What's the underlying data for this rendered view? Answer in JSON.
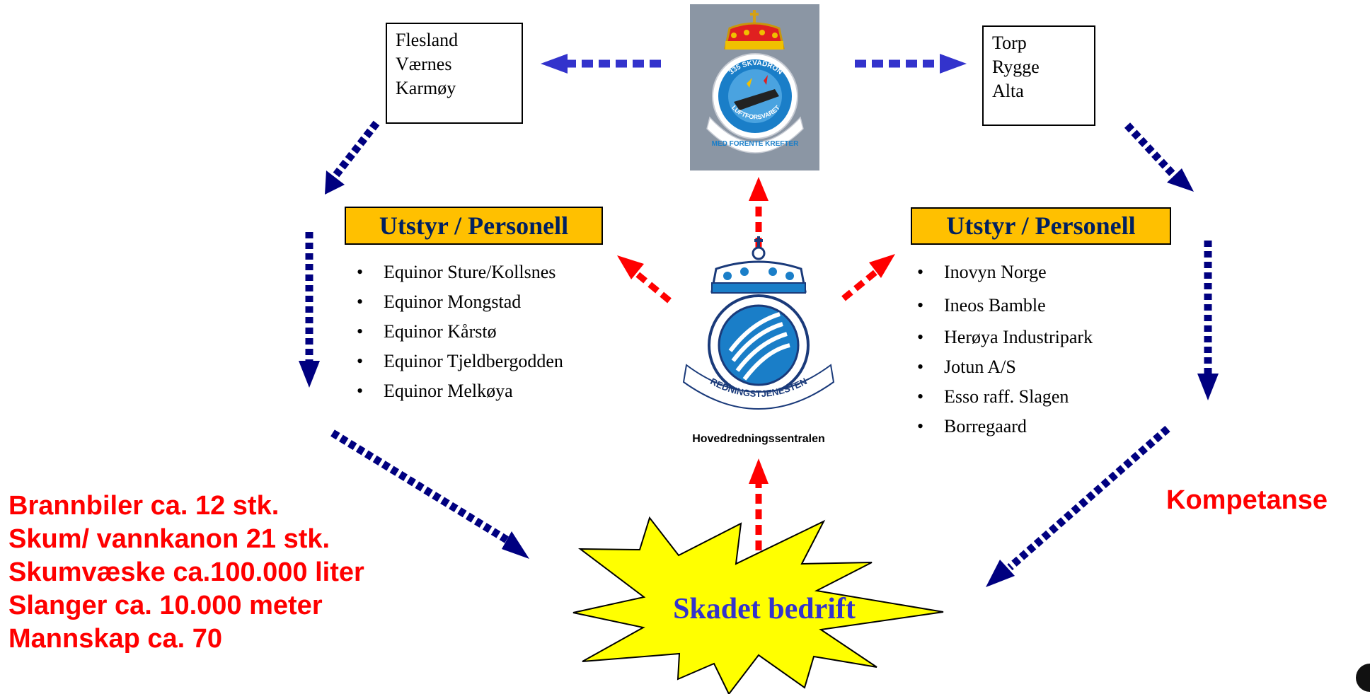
{
  "left_airports": [
    "Flesland",
    "Værnes",
    "Karmøy"
  ],
  "right_airports": [
    "Torp",
    "Rygge",
    "Alta"
  ],
  "left_panel": {
    "header": "Utstyr / Personell",
    "items": [
      "Equinor Sture/Kollsnes",
      "Equinor Mongstad",
      "Equinor Kårstø",
      "Equinor Tjeldbergodden",
      "Equinor Melkøya"
    ]
  },
  "right_panel": {
    "header": "Utstyr / Personell",
    "items": [
      "Inovyn Norge",
      "Ineos Bamble",
      "Herøya Industripark",
      "Jotun A/S",
      "Esso raff. Slagen",
      "Borregaard"
    ]
  },
  "emblem_top": {
    "ring_top": "335 SKVADRON",
    "ring_bottom": "LUFTFORSVARET",
    "ribbon": "MED FORENTE KREFTER"
  },
  "emblem_center": {
    "ribbon": "REDNINGSTJENESTEN",
    "caption": "Hovedredningssentralen"
  },
  "resources": [
    "Brannbiler ca. 12 stk.",
    "Skum/ vannkanon 21 stk.",
    "Skumvæske ca.100.000 liter",
    "Slanger ca. 10.000 meter",
    "Mannskap ca. 70"
  ],
  "kompetanse_label": "Kompetanse",
  "center_label": "Skadet bedrift",
  "colors": {
    "arrow_navy": "#000080",
    "arrow_blue": "#3333cc",
    "arrow_red": "#ff0000",
    "header_fill": "#ffc000",
    "header_text": "#002060",
    "star_fill": "#ffff00",
    "center_text": "#3333cc",
    "resource_text": "#ff0000"
  }
}
